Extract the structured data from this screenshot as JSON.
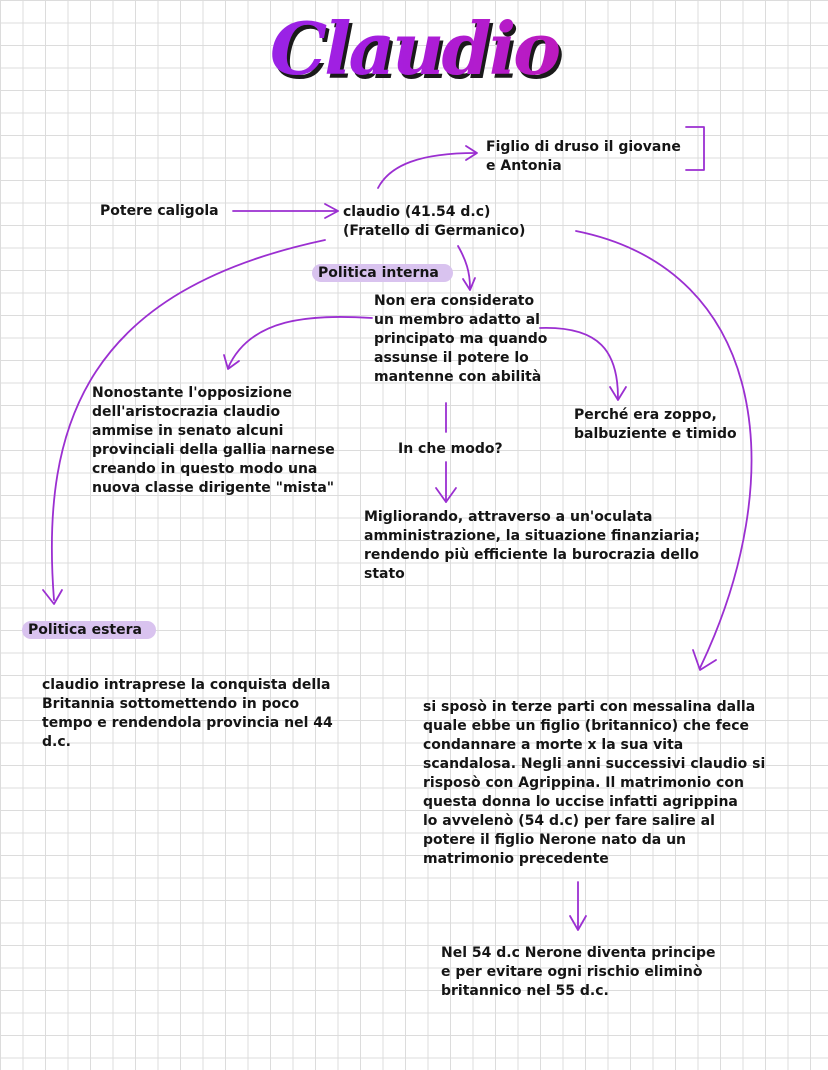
{
  "title": "Claudio",
  "nodes": {
    "figlio": "Figlio di druso il giovane\ne Antonia",
    "potere": "Potere caligola",
    "claudio": "claudio  (41.54 d.c)\n(Fratello di Germanico)",
    "politica_interna": "Politica interna",
    "considerato": "Non era considerato\nun membro adatto al\nprincipato ma quando\nassunse il potere lo\nmantenne con abilità",
    "opposizione": "Nonostante l'opposizione\ndell'aristocrazia claudio\nammise in senato alcuni\nprovinciali della gallia narnese\ncreando in questo modo una\nnuova classe dirigente \"mista\"",
    "perche": "Perché era zoppo,\nbalbuziente e timido",
    "in_che_modo": "In che modo?",
    "migliorando": "Migliorando, attraverso a un'oculata\namministrazione, la situazione finanziaria;\nrendendo più efficiente la burocrazia dello\nstato",
    "politica_estera": "Politica estera",
    "britannia": "claudio intraprese la conquista della\nBritannia sottomettendo in poco\ntempo e rendendola provincia nel 44\nd.c.",
    "messalina": "si sposò in terze parti con messalina dalla\nquale ebbe un figlio (britannico) che fece\ncondannare a morte x la sua vita\nscandalosa. Negli anni successivi claudio si\nrisposò con Agrippina. Il matrimonio con\nquesta donna lo uccise infatti agrippina\nlo avvelenò (54 d.c) per fare salire al\npotere il figlio Nerone nato da un\nmatrimonio precedente",
    "nerone": "Nel 54 d.c Nerone diventa principe\ne per evitare ogni rischio eliminò\nbritannico nel 55 d.c."
  },
  "colors": {
    "arrow": "#9b2fd1",
    "highlight": "#d9c3ef",
    "title_start": "#7b2ff7",
    "title_end": "#e0148e"
  }
}
